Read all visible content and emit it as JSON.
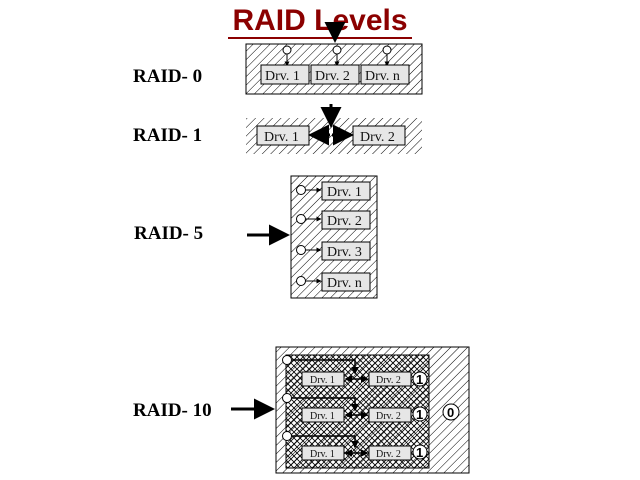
{
  "title": "RAID Levels",
  "levels": {
    "raid0": {
      "label": "RAID- 0",
      "drives": [
        "Drv. 1",
        "Drv. 2",
        "Drv. n"
      ]
    },
    "raid1": {
      "label": "RAID- 1",
      "drives": [
        "Drv. 1",
        "Drv. 2"
      ]
    },
    "raid5": {
      "label": "RAID- 5",
      "drives": [
        "Drv. 1",
        "Drv. 2",
        "Drv. 3",
        "Drv. n"
      ]
    },
    "raid10": {
      "label": "RAID- 10",
      "pairs": [
        {
          "drives": [
            "Drv. 1",
            "Drv. 2"
          ],
          "level": "1"
        },
        {
          "drives": [
            "Drv. 1",
            "Drv. 2"
          ],
          "level": "1"
        },
        {
          "drives": [
            "Drv. 1",
            "Drv. 2"
          ],
          "level": "1"
        }
      ],
      "outer_level": "0"
    }
  }
}
